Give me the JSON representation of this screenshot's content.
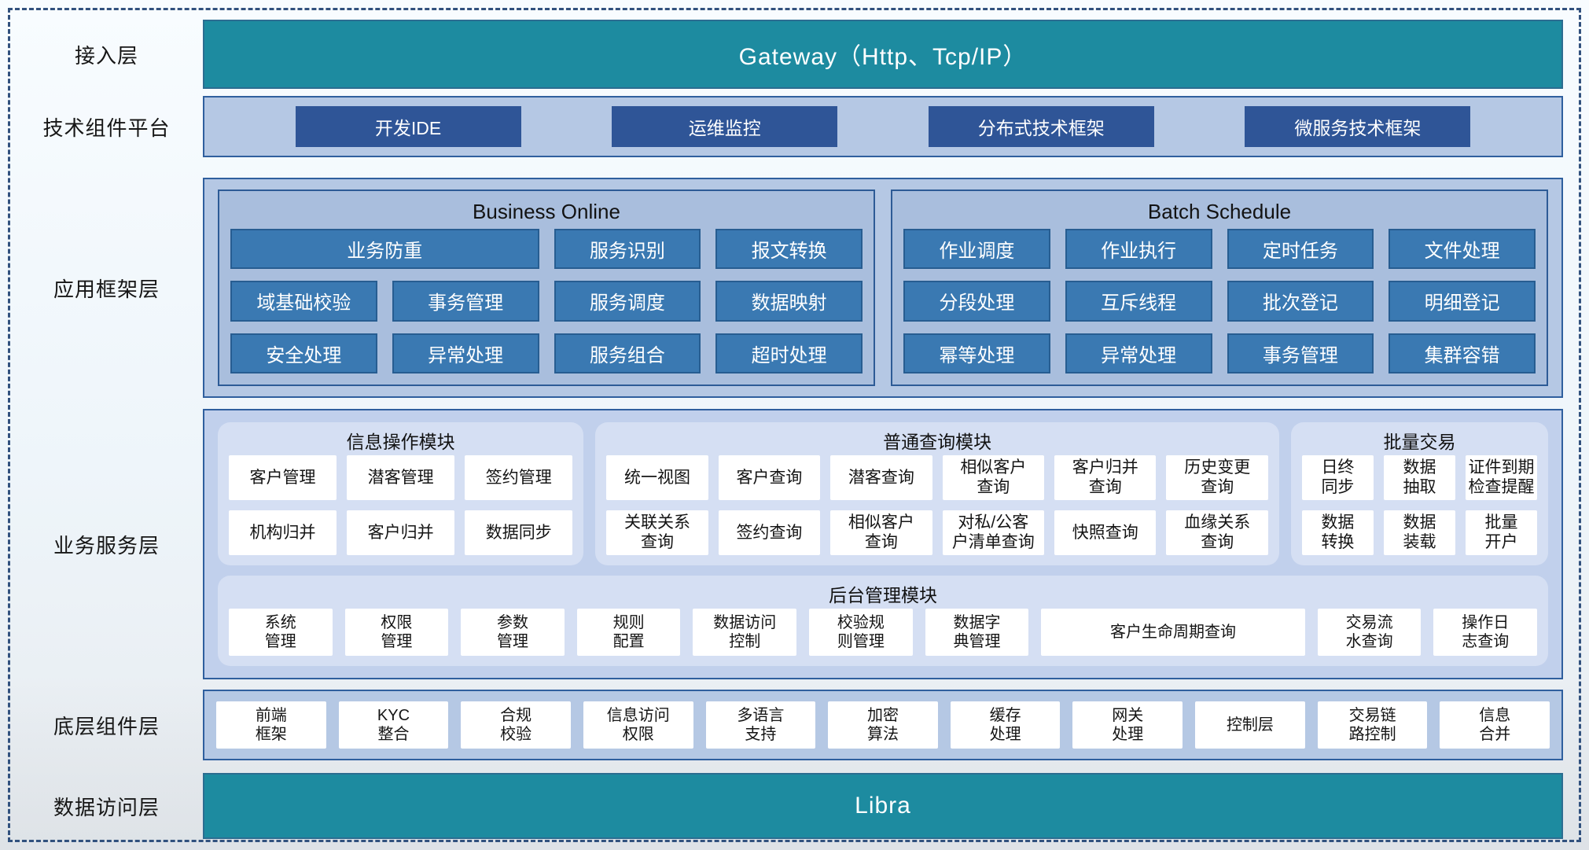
{
  "colors": {
    "teal": "#1d8ba0",
    "band_fill": "#b5c8e4",
    "band_border": "#2f5f9e",
    "navy_button": "#2f5597",
    "steel_button": "#3a79b2",
    "steel_button_border": "#275d91",
    "inner_panel": "#a9bedd",
    "service_fill": "#c1d0ec",
    "sub_panel": "#d5dff3",
    "white_box": "#ffffff"
  },
  "layers": {
    "access": {
      "label": "接入层",
      "gateway_label": "Gateway（Http、Tcp/IP）"
    },
    "tech_platform": {
      "label": "技术组件平台",
      "items": [
        "开发IDE",
        "运维监控",
        "分布式技术框架",
        "微服务技术框架"
      ]
    },
    "app_framework": {
      "label": "应用框架层",
      "business_online": {
        "title": "Business Online",
        "row1": [
          "业务防重",
          "服务识别",
          "报文转换"
        ],
        "row2": [
          "域基础校验",
          "事务管理",
          "服务调度",
          "数据映射"
        ],
        "row3": [
          "安全处理",
          "异常处理",
          "服务组合",
          "超时处理"
        ]
      },
      "batch_schedule": {
        "title": "Batch Schedule",
        "row1": [
          "作业调度",
          "作业执行",
          "定时任务",
          "文件处理"
        ],
        "row2": [
          "分段处理",
          "互斥线程",
          "批次登记",
          "明细登记"
        ],
        "row3": [
          "幂等处理",
          "异常处理",
          "事务管理",
          "集群容错"
        ]
      }
    },
    "business_service": {
      "label": "业务服务层",
      "info_module": {
        "title": "信息操作模块",
        "row1": [
          "客户管理",
          "潜客管理",
          "签约管理"
        ],
        "row2": [
          "机构归并",
          "客户归并",
          "数据同步"
        ]
      },
      "query_module": {
        "title": "普通查询模块",
        "row1": [
          "统一视图",
          "客户查询",
          "潜客查询",
          "相似客户\n查询",
          "客户归并\n查询",
          "历史变更\n查询"
        ],
        "row2": [
          "关联关系\n查询",
          "签约查询",
          "相似客户\n查询",
          "对私/公客\n户清单查询",
          "快照查询",
          "血缘关系\n查询"
        ]
      },
      "batch_trade": {
        "title": "批量交易",
        "row1": [
          "日终\n同步",
          "数据\n抽取",
          "证件到期\n检查提醒"
        ],
        "row2": [
          "数据\n转换",
          "数据\n装载",
          "批量\n开户"
        ]
      },
      "admin_module": {
        "title": "后台管理模块",
        "items": [
          "系统\n管理",
          "权限\n管理",
          "参数\n管理",
          "规则\n配置",
          "数据访问\n控制",
          "校验规\n则管理",
          "数据字\n典管理",
          "客户生命周期查询",
          "交易流\n水查询",
          "操作日\n志查询"
        ]
      }
    },
    "base_components": {
      "label": "底层组件层",
      "items": [
        "前端\n框架",
        "KYC\n整合",
        "合规\n校验",
        "信息访问\n权限",
        "多语言\n支持",
        "加密\n算法",
        "缓存\n处理",
        "网关\n处理",
        "控制层",
        "交易链\n路控制",
        "信息\n合并"
      ]
    },
    "data_access": {
      "label": "数据访问层",
      "bar_label": "Libra"
    }
  }
}
